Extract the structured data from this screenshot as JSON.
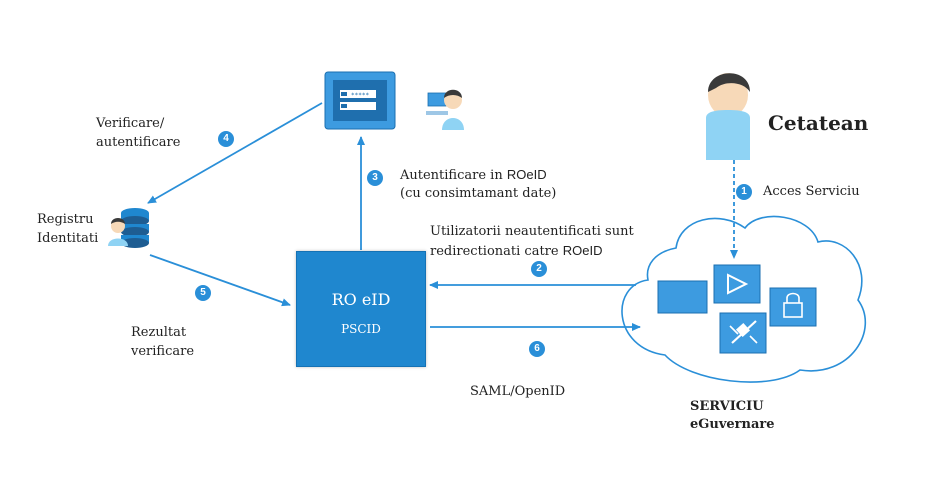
{
  "diagram": {
    "actors": {
      "citizen": "Cetatean",
      "registry_line1": "Registru",
      "registry_line2": "Identitati",
      "service_line1": "SERVICIU",
      "service_line2": "eGuvernare"
    },
    "central_box": {
      "title": "RO eID",
      "subtitle": "PSCID"
    },
    "steps": [
      {
        "number": "1",
        "label_line1": "Acces Serviciu"
      },
      {
        "number": "2",
        "label_line1": "Utilizatorii neautentificati sunt",
        "label_line2": "redirectionati catre",
        "label_line2_suffix": "ROeID"
      },
      {
        "number": "3",
        "label_line1": "Autentificare in",
        "label_line1_suffix": "ROeID",
        "label_line2": "(cu consimtamant date)"
      },
      {
        "number": "4",
        "label_line1": "Verificare/",
        "label_line2": "autentificare"
      },
      {
        "number": "5",
        "label_line1": "Rezultat",
        "label_line2": "verificare"
      },
      {
        "number": "6",
        "label_line1": "SAML/OpenID"
      }
    ],
    "login_field_mask": "*****"
  },
  "colors": {
    "accent": "#1f87cf",
    "arrow": "#2a8fd8",
    "cloud_stroke": "#2a8fd8",
    "tile": "#3d9be0",
    "person_skin": "#f7d9b8",
    "person_hair": "#3a3a3a",
    "person_body": "#8fd3f4"
  },
  "icons": [
    "person-icon",
    "server-database-icon",
    "login-screen-icon",
    "cloud-icon",
    "play-icon",
    "lock-icon",
    "satellite-icon",
    "tablet-icon"
  ]
}
